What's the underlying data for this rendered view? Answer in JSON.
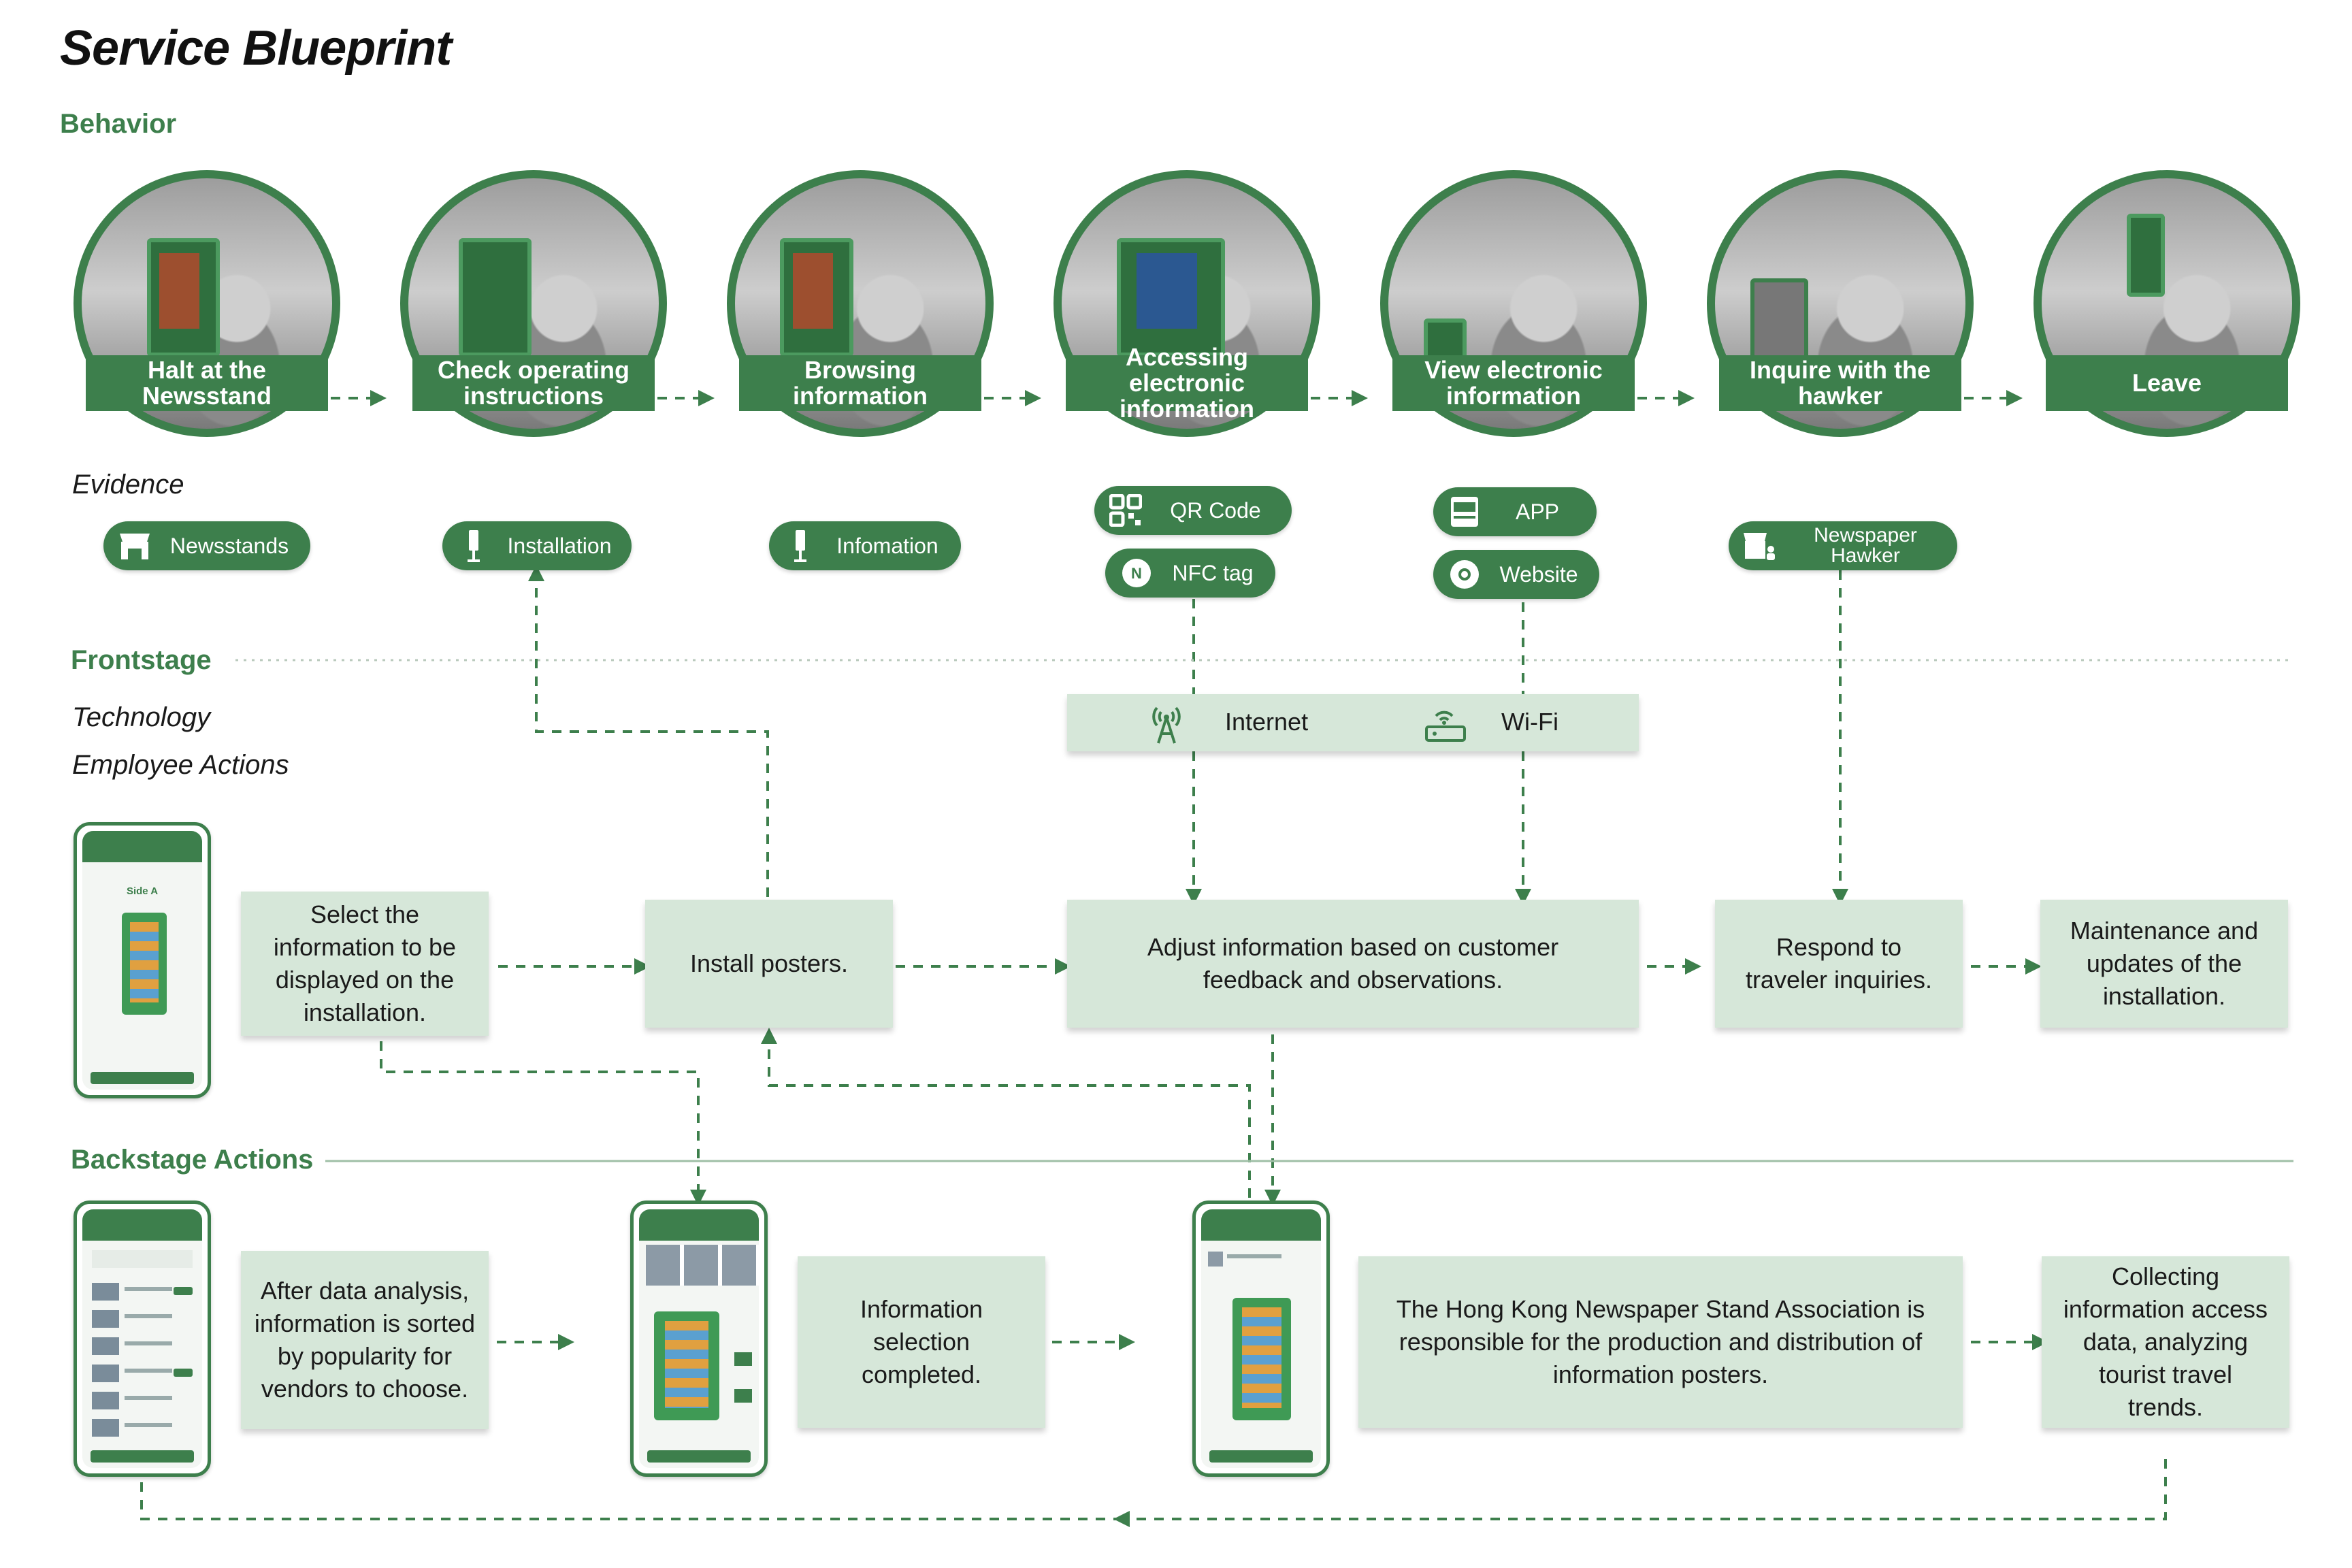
{
  "title": "Service Blueprint",
  "sections": {
    "behavior": "Behavior",
    "evidence": "Evidence",
    "frontstage": "Frontstage",
    "technology": "Technology",
    "employee_actions": "Employee Actions",
    "backstage": "Backstage Actions"
  },
  "behavior_steps": [
    {
      "label_line1": "Halt at the",
      "label_line2": "Newsstand"
    },
    {
      "label_line1": "Check operating",
      "label_line2": "instructions"
    },
    {
      "label_line1": "Browsing information",
      "label_line2": ""
    },
    {
      "label_line1": "Accessing electronic",
      "label_line2": "information"
    },
    {
      "label_line1": "View electronic",
      "label_line2": "information"
    },
    {
      "label_line1": "Inquire with the",
      "label_line2": "hawker"
    },
    {
      "label_line1": "Leave",
      "label_line2": ""
    }
  ],
  "evidence": {
    "newsstands": {
      "label": "Newsstands",
      "icon": "store-icon"
    },
    "installation": {
      "label": "Installation",
      "icon": "kiosk-icon"
    },
    "infomation": {
      "label": "Infomation",
      "icon": "kiosk-icon"
    },
    "qr_code": {
      "label": "QR Code",
      "icon": "qr-code-icon"
    },
    "nfc_tag": {
      "label": "NFC tag",
      "icon": "nfc-icon"
    },
    "app": {
      "label": "APP",
      "icon": "app-icon"
    },
    "website": {
      "label": "Website",
      "icon": "browser-icon"
    },
    "hawker_line1": "Newspaper",
    "hawker_line2": "Hawker"
  },
  "technology": {
    "internet": "Internet",
    "wifi": "Wi-Fi"
  },
  "frontstage_actions": [
    "Select the information to be displayed on the installation.",
    "Install posters.",
    "Adjust information based on customer feedback and observations.",
    "Respond to traveler inquiries.",
    "Maintenance and updates of the installation."
  ],
  "backstage_actions": [
    "After data analysis, information is sorted by popularity for vendors to choose.",
    "Information selection completed.",
    "The Hong Kong Newspaper Stand Association is responsible for the production and distribution of information posters.",
    "Collecting information access data, analyzing tourist travel trends."
  ],
  "phones": {
    "side_a": "Side A"
  },
  "colors": {
    "brand_green": "#3d7f4c",
    "box_fill": "#d6e7d9",
    "section_text": "#3d7f4c"
  }
}
